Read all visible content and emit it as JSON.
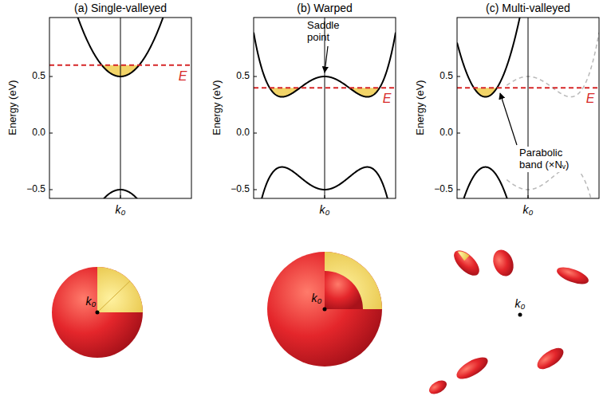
{
  "diagram": {
    "labels": [
      "(a) Single-valleyed",
      "(b) Warped",
      "(c) Multi-valleyed",
      "Energy (eV)",
      "0.5",
      "0.0",
      "−0.5",
      "k₀",
      "E",
      "Energy (eV)",
      "0.5",
      "0.0",
      "−0.5",
      "k₀",
      "Saddle point",
      "E",
      "Energy (eV)",
      "0.5",
      "0.0",
      "−0.5",
      "k₀",
      "Parabolic band (×Nᵥ)",
      "E",
      "k₀",
      "k₀",
      "k₀"
    ]
  }
}
